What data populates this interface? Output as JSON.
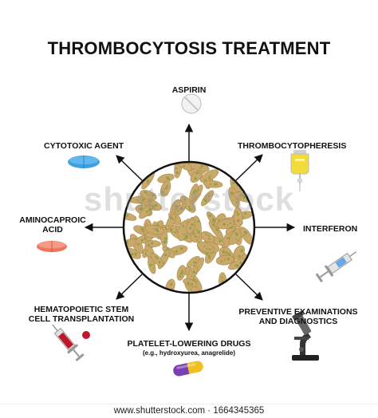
{
  "title": "THROMBOCYTOSIS TREATMENT",
  "labels": {
    "aspirin": "ASPIRIN",
    "cytotoxic": "CYTOTOXIC AGENT",
    "thrombocytopheresis": "THROMBOCYTOPHERESIS",
    "aminocaproic_line1": "AMINOCAPROIC",
    "aminocaproic_line2": "ACID",
    "interferon": "INTERFERON",
    "hsct_line1": "HEMATOPOIETIC STEM",
    "hsct_line2": "CELL TRANSPLANTATION",
    "preventive_line1": "PREVENTIVE EXAMINATIONS",
    "preventive_line2": "AND DIAGNOSTICS",
    "platelet_drugs": "PLATELET-LOWERING DRUGS",
    "platelet_drugs_sub": "(e.g., hydroxyurea, anagrelide)"
  },
  "watermark": "shutterstock",
  "footer": "www.shutterstock.com · 1664345365",
  "colors": {
    "arrow": "#111111",
    "circle_border": "#111111",
    "platelet_fill": "#c9a86a",
    "platelet_granule": "#8fa04a",
    "tablet_blue": "#3ea0e0",
    "tablet_red": "#f0735a",
    "capsule_purple": "#7a3fb0",
    "capsule_yellow": "#f0c020",
    "blood_red": "#c0182a",
    "iv_yellow": "#f2dc3c"
  }
}
